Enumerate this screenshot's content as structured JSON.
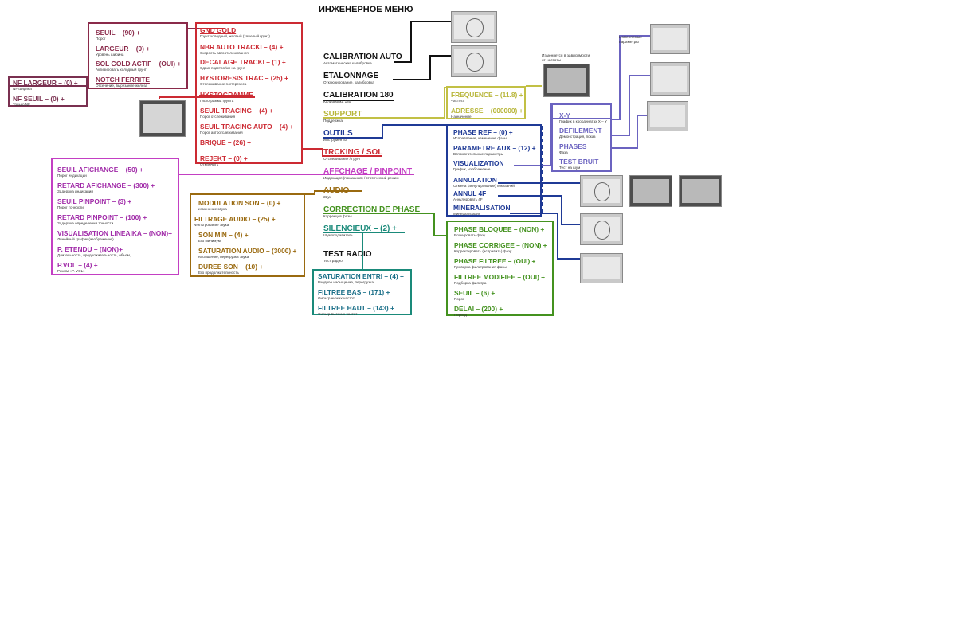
{
  "title": "ИНЖЕНЕРНОЕ МЕНЮ",
  "colors": {
    "main": "#111111",
    "gnd_gold": "#cc2a33",
    "seuil_group": "#8a2a4a",
    "nf_group": "#7a3050",
    "display": "#c33fc3",
    "audio": "#9a6a10",
    "support": "#c2c045",
    "outils": "#1f3a96",
    "phase": "#44921f",
    "silencieux": "#1a8a7a",
    "view": "#6b63c0"
  },
  "main_menu": [
    {
      "label": "CALIBRATION AUTO",
      "sub": "Автоматическая калибровка"
    },
    {
      "label": "ETALONNAGE",
      "sub": "Отключирование, калибровка"
    },
    {
      "label": "CALIBRATION 180",
      "sub": "Калибровка 180"
    },
    {
      "label": "SUPPORT",
      "sub": "Поддержка"
    },
    {
      "label": "OUTILS",
      "sub": "Инструменты"
    },
    {
      "label": "TRCKING / SOL",
      "sub": "Отслеживание / Грунт"
    },
    {
      "label": "AFFCHAGE / PINPOINT",
      "sub": "Индикация (показания) / статический режим"
    },
    {
      "label": "AUDIO",
      "sub": "Звук"
    },
    {
      "label": "CORRECTION DE PHASE",
      "sub": "Коррекция фазы"
    },
    {
      "label": "SILENCIEUX  – (2) +",
      "sub": "Шумоподавитель"
    },
    {
      "label": "TEST RADIO",
      "sub": "Тест радио"
    }
  ],
  "nf": [
    {
      "label": "NF LARGEUR  – (0) +",
      "sub": "NF ширина"
    },
    {
      "label": "NF SEUIL  – (0) +",
      "sub": "Только NF"
    }
  ],
  "seuil_group": [
    {
      "label": "SEUIL  – (90) +",
      "sub": "Порог"
    },
    {
      "label": "LARGEUR  – (0) +",
      "sub": "Уровень ширина"
    },
    {
      "label": "SOL GOLD ACTIF  – (OUI) +",
      "sub": "Активировать холодный грунт"
    },
    {
      "label": "NOTCH FERRITE",
      "sub": "Отсечение, вырезание железа"
    }
  ],
  "gnd_gold": [
    {
      "label": "GND GOLD",
      "sub": "Грунт холодный, желтый (тяжелый грунт)"
    },
    {
      "label": "NBR AUTO TRACKI  – (4) +",
      "sub": "Скорость автоотслеживания"
    },
    {
      "label": "DECALAGE TRACKI  – (1) +",
      "sub": "Сдвиг подстройки на грунт"
    },
    {
      "label": "HYSTORESIS TRAC  – (25) +",
      "sub": "Отслеживание гистерезиса"
    },
    {
      "label": "HYSTOGRAMME",
      "sub": "Гистограмма грунта"
    },
    {
      "label": "SEUIL TRACING  – (4) +",
      "sub": "Порог отслеживания"
    },
    {
      "label": "SEUIL TRACING AUTO  – (4) +",
      "sub": "Порог автоотслеживания"
    },
    {
      "label": "BRIQUE  – (26) +",
      "sub": ""
    },
    {
      "label": "REJEKT  – (0) +",
      "sub": "Отключить"
    }
  ],
  "display": [
    {
      "label": "SEUIL  AFICHANGE  – (50) +",
      "sub": "Порог индикации"
    },
    {
      "label": "RETARD AFICHANGE  – (300) +",
      "sub": "Задержка индикации"
    },
    {
      "label": "SEUIL PINPOINT  – (3) +",
      "sub": "Порог точности"
    },
    {
      "label": "RETARD PINPOINT  – (100) +",
      "sub": "Задержка определения точности"
    },
    {
      "label": "VISUALISATION LINEAIKA  – (NON)+",
      "sub": "Линейный график (изображение)"
    },
    {
      "label": "P. ETENDU  – (NON)+",
      "sub": "Длительность, продолжительность, объем,"
    },
    {
      "label": "P.VOL  – (4) +",
      "sub": "Режим «P. VOL»"
    }
  ],
  "audio": [
    {
      "label": "MODULATION SON  – (0) +",
      "sub": "изменение звука"
    },
    {
      "label": "FILTRAGE AUDIO  – (25) +",
      "sub": "Фильтрование звука"
    },
    {
      "label": "SON MIN  – (4) +",
      "sub": "Его минимум"
    },
    {
      "label": "SATURATION AUDIO  – (3000) +",
      "sub": "насыщение, перегрузка звука"
    },
    {
      "label": "DUREE SON  – (10) +",
      "sub": "Его продолжительность"
    }
  ],
  "support": [
    {
      "label": "FREQUENCE  – (11.8) +",
      "sub": "Частота"
    },
    {
      "label": "ADRESSE  – (000000) +",
      "sub": "Назначение"
    }
  ],
  "outils": [
    {
      "label": "PHASE REF  – (0) +",
      "sub": "Исправление, изменение фазы"
    },
    {
      "label": "PARAMETRE AUX  – (12) +",
      "sub": "Вспомогательные параметры"
    },
    {
      "label": "VISUALIZATION",
      "sub": "График, изображение"
    },
    {
      "label": "ANNULATION",
      "sub": "Отмена (аннулирование) показаний"
    },
    {
      "label": "ANNUL 4F",
      "sub": "Аннулировать 4F"
    },
    {
      "label": "MINERALISATION",
      "sub": "Минерализация"
    }
  ],
  "phase": [
    {
      "label": "PHASE BLOQUEE  – (NON) +",
      "sub": "Блокировать фазу"
    },
    {
      "label": "PHASE CORRIGEE  – (NON) +",
      "sub": "Корректировать (исправить) фазу"
    },
    {
      "label": "PHASE FILTREE  – (OUI) +",
      "sub": "Проверка фильтрования фазы"
    },
    {
      "label": "FILTREE MODIFIEE  – (OUI) +",
      "sub": "Подборка фильтра"
    },
    {
      "label": "SEUIL  – (6) +",
      "sub": "Порог"
    },
    {
      "label": "DELAI  – (200) +",
      "sub": "Период"
    }
  ],
  "silencieux": [
    {
      "label": "SATURATION ENTRI  – (4) +",
      "sub": "Входное насыщение, перегрузка"
    },
    {
      "label": "FILTREE BAS  – (171) +",
      "sub": "Фильтр низких частот"
    },
    {
      "label": "FILTREE HAUT  – (143) +",
      "sub": "Фильтр высоких частот"
    }
  ],
  "view": [
    {
      "label": "X-Y",
      "sub": "График в координатах  X – Y"
    },
    {
      "label": "DEFILEMENT",
      "sub": "Демонстрация, показ"
    },
    {
      "label": "PHASES",
      "sub": "Фаза"
    },
    {
      "label": "TEST BRUIT",
      "sub": "Тест на шум"
    }
  ],
  "notes": {
    "frequency_note": "Изменяется в зависимости от частоты",
    "params_note": "Изменяемые параметры"
  },
  "icons": [
    "device-screenshot"
  ]
}
